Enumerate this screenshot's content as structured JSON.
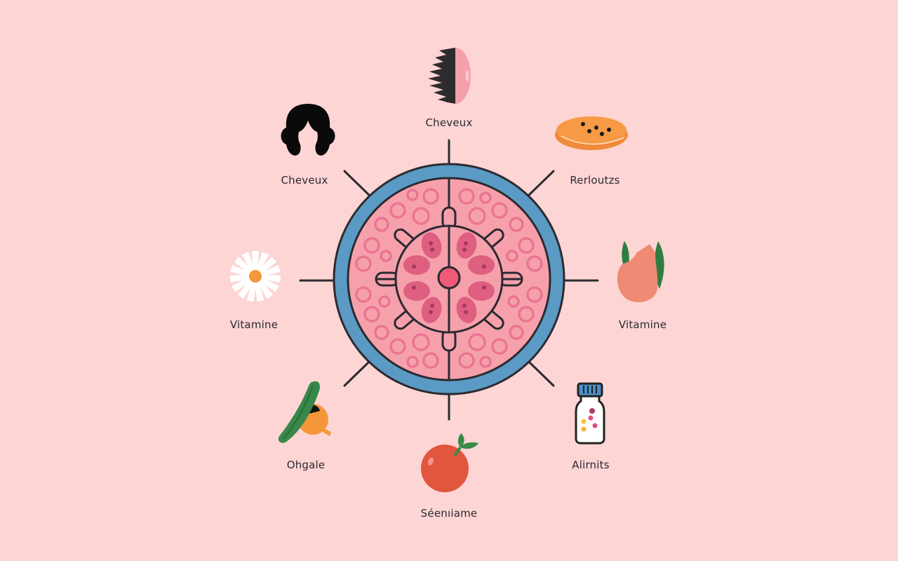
{
  "diagram": {
    "background": "#fdd5d4",
    "center": {
      "name": "central cross-section",
      "colors": {
        "ring": "#5b9ac4",
        "outline": "#2b2a30",
        "fill": "#f6a0ac",
        "circles": "#ea7590",
        "lobes": "#de5f80",
        "nucleus": "#f05a78"
      }
    },
    "nodes": [
      {
        "id": "top",
        "icon": "comb-hair-icon",
        "label": "Cheveux"
      },
      {
        "id": "top-left",
        "icon": "woman-hair-icon",
        "label": "Cheveux"
      },
      {
        "id": "top-right",
        "icon": "orange-disc-icon",
        "label": "Rerloutzs"
      },
      {
        "id": "left",
        "icon": "white-flower-icon",
        "label": "Vitamine"
      },
      {
        "id": "right",
        "icon": "peach-leaves-icon",
        "label": "Vitamine"
      },
      {
        "id": "bottom-left",
        "icon": "cucumber-orange-icon",
        "label": "Ohgale"
      },
      {
        "id": "bottom",
        "icon": "red-fruit-icon",
        "label": "Séenıiame"
      },
      {
        "id": "bottom-right",
        "icon": "supplement-bottle-icon",
        "label": "Alirnits"
      }
    ]
  }
}
